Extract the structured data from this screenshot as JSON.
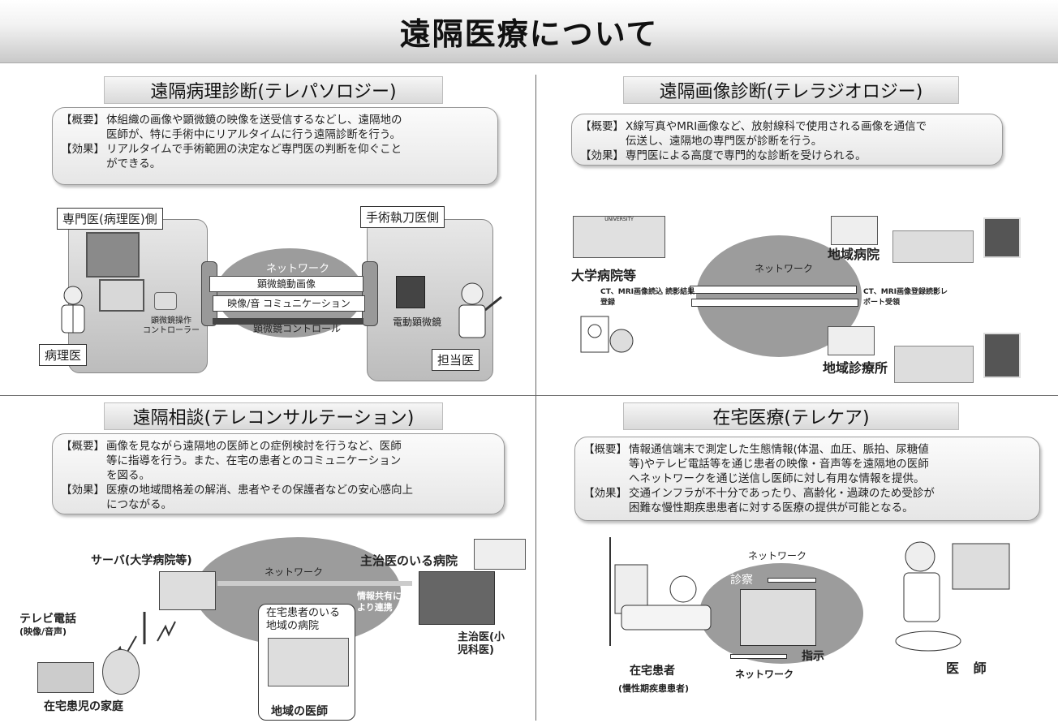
{
  "title": "遠隔医療について",
  "q1": {
    "heading": "遠隔病理診断(テレパソロジー)",
    "overview_tag": "【概要】",
    "overview_lines": [
      "体組織の画像や顕微鏡の映像を送受信するなどし、遠隔地の",
      "医師が、特に手術中にリアルタイムに行う遠隔診断を行う。"
    ],
    "effect_tag": "【効果】",
    "effect_lines": [
      "リアルタイムで手術範囲の決定など専門医の判断を仰ぐこと",
      "ができる。"
    ],
    "left_panel_label": "専門医(病理医)側",
    "right_panel_label": "手術執刀医側",
    "network": "ネットワーク",
    "arrow1": "顕微鏡動画像",
    "arrow2": "映像/音 コミュニケーション",
    "arrow3": "顕微鏡コントロール",
    "controller_label": "顕微鏡操作\nコントローラー",
    "scope_label": "電動顕微鏡",
    "pathologist": "病理医",
    "attending": "担当医"
  },
  "q2": {
    "heading": "遠隔画像診断(テレラジオロジー)",
    "overview_tag": "【概要】",
    "overview_lines": [
      "X線写真やMRI画像など、放射線科で使用される画像を通信で",
      "伝送し、遠隔地の専門医が診断を行う。"
    ],
    "effect_tag": "【効果】",
    "effect_lines": [
      "専門医による高度で専門的な診断を受けられる。"
    ],
    "university_sign": "UNIVERSITY",
    "univ_label": "大学病院等",
    "network": "ネットワーク",
    "left_arrow_label": "CT、MRI画像読込 読影結果登録",
    "right_arrow_label": "CT、MRI画像登録読影レポート受領",
    "regional_hospital": "地域病院",
    "regional_clinic": "地域診療所"
  },
  "q3": {
    "heading": "遠隔相談(テレコンサルテーション)",
    "overview_tag": "【概要】",
    "overview_lines": [
      "画像を見ながら遠隔地の医師との症例検討を行うなど、医師",
      "等に指導を行う。また、在宅の患者とのコミュニケーション",
      "を図る。"
    ],
    "effect_tag": "【効果】",
    "effect_lines": [
      "医療の地域間格差の解消、患者やその保護者などの安心感向上",
      "につながる。"
    ],
    "server_label": "サーバ(大学病院等)",
    "network": "ネットワーク",
    "main_hospital": "主治医のいる病院",
    "info_share": "情報共有に\nより連携",
    "tv_phone": "テレビ電話",
    "tv_phone_sub": "(映像/音声)",
    "local_hospital": "在宅患者のいる\n地域の病院",
    "main_doctor": "主治医(小\n児科医)",
    "home": "在宅患児の家庭",
    "local_doctor": "地域の医師"
  },
  "q4": {
    "heading": "在宅医療(テレケア)",
    "overview_tag": "【概要】",
    "overview_lines": [
      "情報通信端末で測定した生態情報(体温、血圧、脈拍、尿糖値",
      "等)やテレビ電話等を通じ患者の映像・音声等を遠隔地の医師",
      "へネットワークを通じ送信し医師に対し有用な情報を提供。"
    ],
    "effect_tag": "【効果】",
    "effect_lines": [
      "交通インフラが不十分であったり、高齢化・過疎のため受診が",
      "困難な慢性期疾患患者に対する医療の提供が可能となる。"
    ],
    "network_top": "ネットワーク",
    "exam": "診察",
    "instruct": "指示",
    "network_bottom": "ネットワーク",
    "patient": "在宅患者",
    "patient_sub": "(慢性期疾患患者)",
    "doctor": "医 師"
  }
}
